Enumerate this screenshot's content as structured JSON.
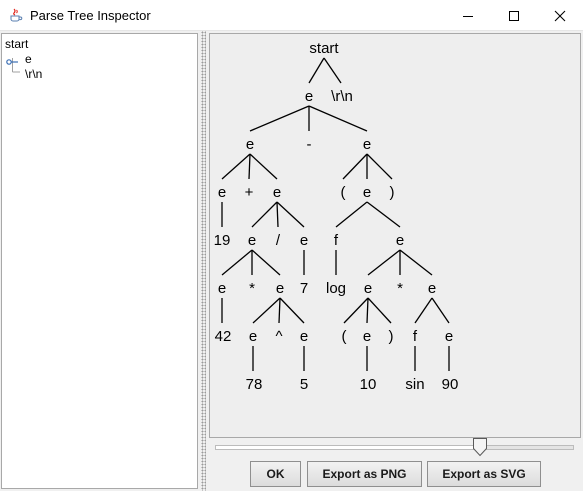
{
  "window": {
    "title": "Parse Tree Inspector",
    "icon": "java-cup-icon",
    "controls": [
      "minimize-icon",
      "maximize-icon",
      "close-icon"
    ]
  },
  "tree_view": {
    "root": "start",
    "children": [
      "e",
      "\\r\\n"
    ]
  },
  "parse_tree": {
    "nodes": {
      "start": "start",
      "e_root": "e",
      "crlf": "\\r\\n",
      "e_left": "e",
      "minus": "-",
      "e_right": "e",
      "e_a": "e",
      "plus": "+",
      "e_b": "e",
      "lparen1": "(",
      "e_c": "e",
      "rparen1": ")",
      "n19": "19",
      "e_d": "e",
      "slash": "/",
      "e_e": "e",
      "f1": "f",
      "e_f": "e",
      "e_g": "e",
      "star1": "*",
      "e_h": "e",
      "n7": "7",
      "log": "log",
      "e_i": "e",
      "star2": "*",
      "e_j": "e",
      "n42": "42",
      "e_k": "e",
      "caret": "^",
      "e_l": "e",
      "lparen2": "(",
      "e_m": "e",
      "rparen2": ")",
      "f2": "f",
      "e_n": "e",
      "n78": "78",
      "n5": "5",
      "n10": "10",
      "sin": "sin",
      "n90": "90"
    }
  },
  "slider": {
    "value": 0.75
  },
  "buttons": {
    "ok": "OK",
    "export_png": "Export as PNG",
    "export_svg": "Export as SVG"
  }
}
